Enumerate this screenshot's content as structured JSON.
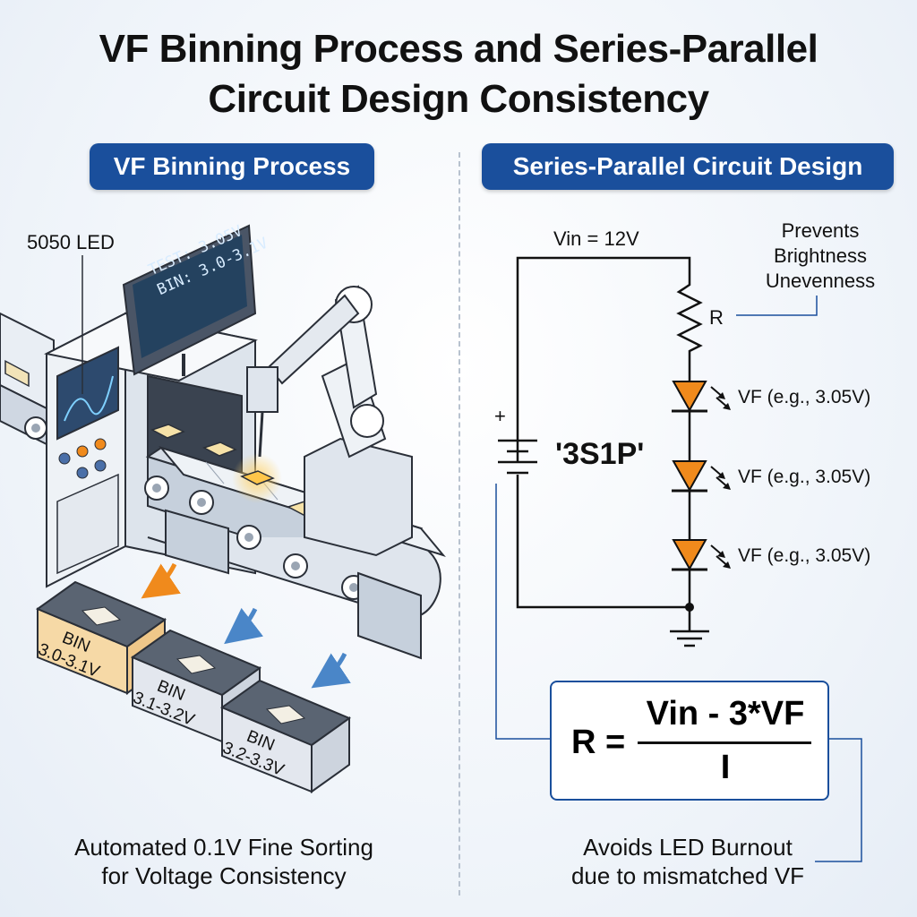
{
  "title": {
    "line1": "VF Binning Process and Series-Parallel",
    "line2": "Circuit Design Consistency"
  },
  "left": {
    "header": "VF Binning Process",
    "led_label": "5050 LED",
    "monitor": {
      "line1": "TEST: 3.05V",
      "line2": "BIN: 3.0-3.1V"
    },
    "bins": [
      {
        "title": "BIN",
        "range": "3.0-3.1V",
        "color": "#f6d9a6"
      },
      {
        "title": "BIN",
        "range": "3.1-3.2V",
        "color": "#e3e7ee"
      },
      {
        "title": "BIN",
        "range": "3.2-3.3V",
        "color": "#e3e7ee"
      }
    ],
    "caption": {
      "line1": "Automated 0.1V Fine Sorting",
      "line2": "for Voltage Consistency"
    }
  },
  "right": {
    "header": "Series-Parallel Circuit Design",
    "vin": "Vin = 12V",
    "resistor": "R",
    "plus": "+",
    "config": "'3S1P'",
    "note": {
      "line1": "Prevents",
      "line2": "Brightness",
      "line3": "Unevenness"
    },
    "leds": [
      {
        "label": "VF (e.g., 3.05V)"
      },
      {
        "label": "VF (e.g., 3.05V)"
      },
      {
        "label": "VF (e.g., 3.05V)"
      }
    ],
    "formula": {
      "lhs": "R =",
      "numerator": "Vin - 3*VF",
      "denominator": "I"
    },
    "caption": {
      "line1": "Avoids LED Burnout",
      "line2": "due to mismatched VF"
    }
  },
  "colors": {
    "accent": "#1a4f9c",
    "led": "#f08a1c",
    "bin_highlight": "#f6d9a6"
  }
}
